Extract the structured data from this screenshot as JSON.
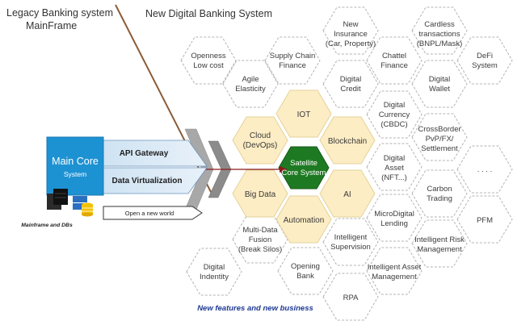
{
  "titles": {
    "legacy_line1": "Legacy Banking system",
    "legacy_line2": "MainFrame",
    "digital": "New Digital Banking System",
    "footer": "New features and new business"
  },
  "legacy": {
    "main_core_title": "Main Core",
    "main_core_sub": "System",
    "api_gateway": "API Gateway",
    "data_virtualization": "Data Virtualization",
    "open_world": "Open a new world",
    "mainframe_caption": "Mainframe and DBs"
  },
  "center": {
    "line1": "Satellite",
    "line2": "Core System"
  },
  "ring": {
    "iot": "IOT",
    "blockchain": "Blockchain",
    "ai": "AI",
    "automation": "Automation",
    "bigdata": "Big Data",
    "cloud_l1": "Cloud",
    "cloud_l2": "(DevOps)"
  },
  "outer": {
    "agile_l1": "Agile",
    "agile_l2": "Elasticity",
    "openness_l1": "Openness",
    "openness_l2": "Low cost",
    "supply_l1": "Supply Chain",
    "supply_l2": "Finance",
    "insurance_l1": "New",
    "insurance_l2": "Insurance",
    "insurance_l3": "(Car,  Property)",
    "digcredit_l1": "Digital",
    "digcredit_l2": "Credit",
    "chattel_l1": "Chattel",
    "chattel_l2": "Finance",
    "cardless_l1": "Cardless",
    "cardless_l2": "transactions",
    "cardless_l3": "(BNPL/Mask)",
    "defi_l1": "DeFi",
    "defi_l2": "System",
    "wallet_l1": "Digital",
    "wallet_l2": "Wallet",
    "currency_l1": "Digital",
    "currency_l2": "Currency",
    "currency_l3": "(CBDC)",
    "crossborder_l1": "CrossBorder",
    "crossborder_l2": "PvP/FX/",
    "crossborder_l3": "Settlement",
    "asset_l1": "Digital",
    "asset_l2": "Asset",
    "asset_l3": "(NFT...)",
    "dots": ". . . .",
    "carbon_l1": "Carbon",
    "carbon_l2": "Trading",
    "pfm": "PFM",
    "microlending_l1": "MicroDigital",
    "microlending_l2": "Lending",
    "riskmgmt_l1": "Intelligent Risk",
    "riskmgmt_l2": "Management",
    "supervision_l1": "Intelligent",
    "supervision_l2": "Supervision",
    "assetmgmt_l1": "Intelligent Asset",
    "assetmgmt_l2": "Management",
    "multidata_l1": "Multi-Data",
    "multidata_l2": "Fusion",
    "multidata_l3": "(Break Silos)",
    "identity_l1": "Digital",
    "identity_l2": "Indentity",
    "openbank_l1": "Opening",
    "openbank_l2": "Bank",
    "rpa": "RPA"
  }
}
